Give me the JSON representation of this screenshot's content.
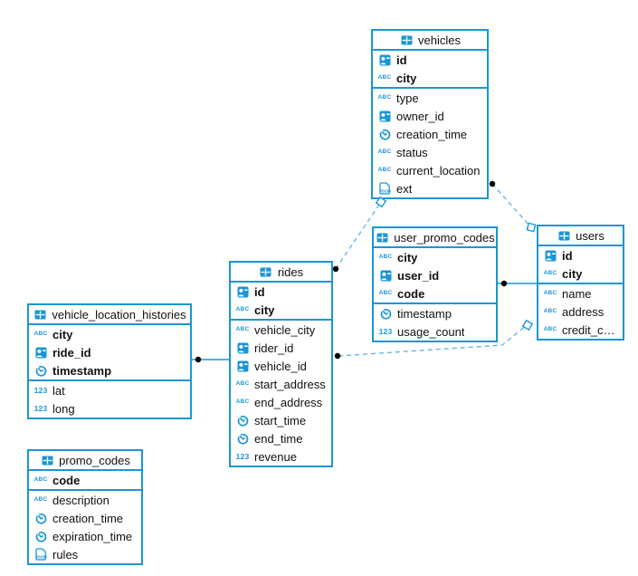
{
  "diagram": {
    "colors": {
      "accent": "#1a96d5",
      "dashed_line": "#5fb2e2",
      "dot": "#000000",
      "text": "#111111",
      "background": "#ffffff"
    },
    "tables": [
      {
        "id": "vehicles",
        "name": "vehicles",
        "header_icon": "table-icon",
        "primary_fields": [
          {
            "icon": "id-badge-icon",
            "label": "id"
          },
          {
            "icon": "text-type-icon",
            "label": "city"
          }
        ],
        "fields": [
          {
            "icon": "text-type-icon",
            "label": "type"
          },
          {
            "icon": "id-badge-icon",
            "label": "owner_id"
          },
          {
            "icon": "timestamp-icon",
            "label": "creation_time"
          },
          {
            "icon": "text-type-icon",
            "label": "status"
          },
          {
            "icon": "text-type-icon",
            "label": "current_location"
          },
          {
            "icon": "json-type-icon",
            "label": "ext"
          }
        ]
      },
      {
        "id": "user_promo_codes",
        "name": "user_promo_codes",
        "header_icon": "table-icon",
        "primary_fields": [
          {
            "icon": "text-type-icon",
            "label": "city"
          },
          {
            "icon": "id-badge-icon",
            "label": "user_id"
          },
          {
            "icon": "text-type-icon",
            "label": "code"
          }
        ],
        "fields": [
          {
            "icon": "timestamp-icon",
            "label": "timestamp"
          },
          {
            "icon": "number-type-icon",
            "label": "usage_count"
          }
        ]
      },
      {
        "id": "users",
        "name": "users",
        "header_icon": "table-icon",
        "primary_fields": [
          {
            "icon": "id-badge-icon",
            "label": "id"
          },
          {
            "icon": "text-type-icon",
            "label": "city"
          }
        ],
        "fields": [
          {
            "icon": "text-type-icon",
            "label": "name"
          },
          {
            "icon": "text-type-icon",
            "label": "address"
          },
          {
            "icon": "text-type-icon",
            "label": "credit_card"
          }
        ]
      },
      {
        "id": "rides",
        "name": "rides",
        "header_icon": "table-icon",
        "primary_fields": [
          {
            "icon": "id-badge-icon",
            "label": "id"
          },
          {
            "icon": "text-type-icon",
            "label": "city"
          }
        ],
        "fields": [
          {
            "icon": "text-type-icon",
            "label": "vehicle_city"
          },
          {
            "icon": "id-badge-icon",
            "label": "rider_id"
          },
          {
            "icon": "id-badge-icon",
            "label": "vehicle_id"
          },
          {
            "icon": "text-type-icon",
            "label": "start_address"
          },
          {
            "icon": "text-type-icon",
            "label": "end_address"
          },
          {
            "icon": "timestamp-icon",
            "label": "start_time"
          },
          {
            "icon": "timestamp-icon",
            "label": "end_time"
          },
          {
            "icon": "number-type-icon",
            "label": "revenue"
          }
        ]
      },
      {
        "id": "vehicle_location_histories",
        "name": "vehicle_location_histories",
        "header_icon": "table-icon",
        "primary_fields": [
          {
            "icon": "text-type-icon",
            "label": "city"
          },
          {
            "icon": "id-badge-icon",
            "label": "ride_id"
          },
          {
            "icon": "timestamp-icon",
            "label": "timestamp"
          }
        ],
        "fields": [
          {
            "icon": "number-type-icon",
            "label": "lat"
          },
          {
            "icon": "number-type-icon",
            "label": "long"
          }
        ]
      },
      {
        "id": "promo_codes",
        "name": "promo_codes",
        "header_icon": "table-icon",
        "primary_fields": [
          {
            "icon": "text-type-icon",
            "label": "code"
          }
        ],
        "fields": [
          {
            "icon": "text-type-icon",
            "label": "description"
          },
          {
            "icon": "timestamp-icon",
            "label": "creation_time"
          },
          {
            "icon": "timestamp-icon",
            "label": "expiration_time"
          },
          {
            "icon": "json-type-icon",
            "label": "rules"
          }
        ]
      }
    ],
    "relationships": [
      {
        "from": "vehicle_location_histories",
        "to": "rides",
        "style": "solid"
      },
      {
        "from": "user_promo_codes",
        "to": "users",
        "style": "solid"
      },
      {
        "from": "rides",
        "to": "vehicles",
        "style": "dashed"
      },
      {
        "from": "vehicles",
        "to": "users",
        "style": "dashed"
      },
      {
        "from": "rides",
        "to": "users",
        "style": "dashed"
      }
    ]
  }
}
